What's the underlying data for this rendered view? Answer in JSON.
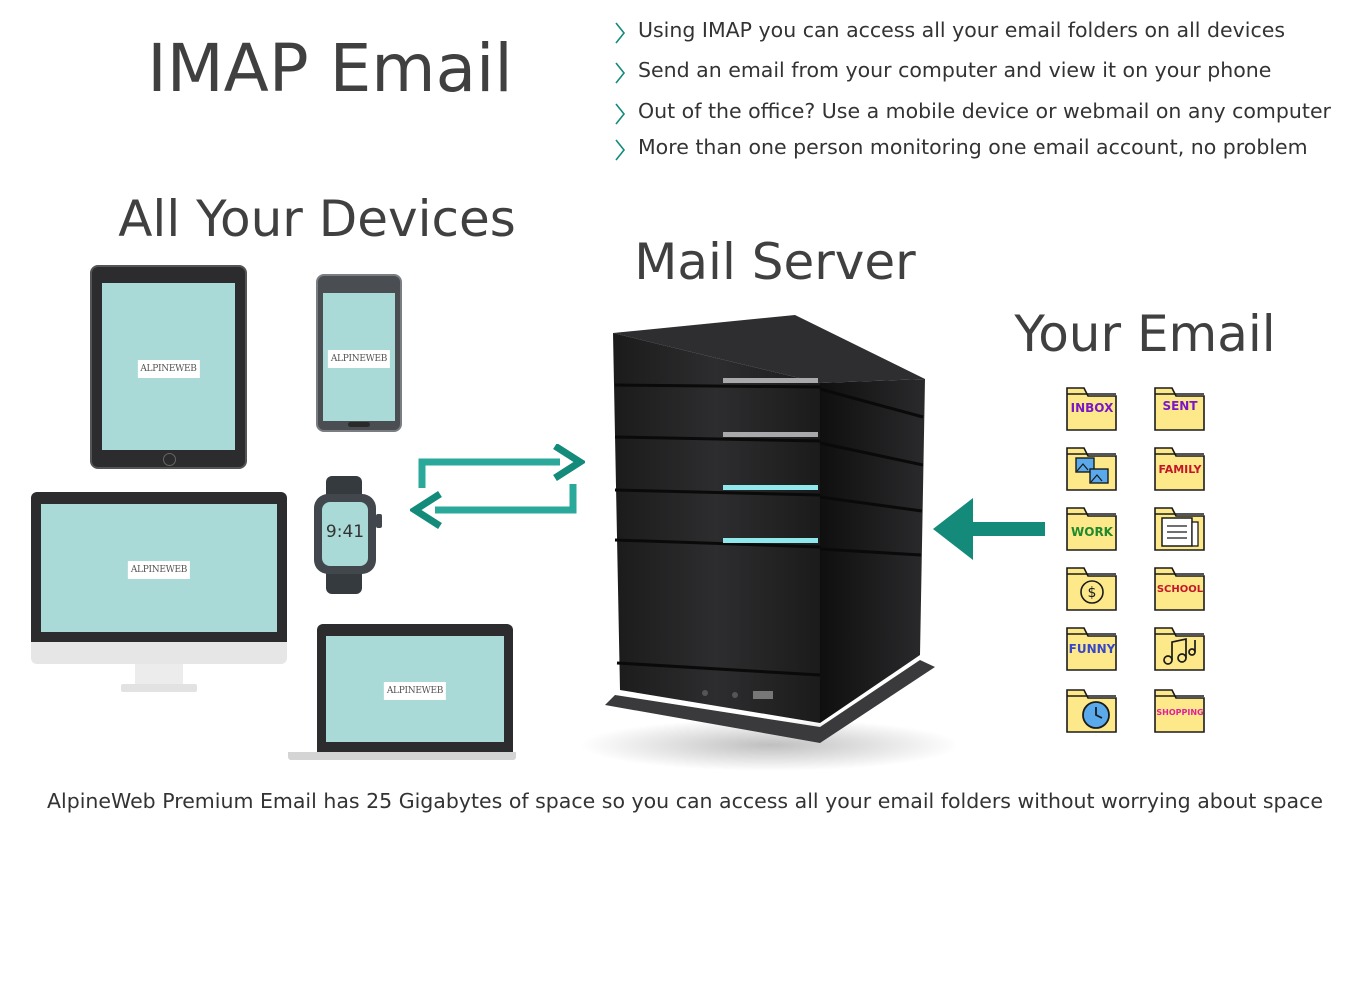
{
  "header": {
    "title": "IMAP Email",
    "bullets": [
      "Using IMAP you can access all your email folders on all devices",
      "Send an email from your computer and view it on your phone",
      "Out of the office? Use a mobile device or webmail on any computer",
      "More than one person monitoring one email account, no problem"
    ]
  },
  "sections": {
    "devices": "All Your Devices",
    "server": "Mail Server",
    "email": "Your Email"
  },
  "devices": {
    "logo_text": "ALPINEWEB",
    "watch_time": "9:41"
  },
  "folders": [
    {
      "label": "INBOX",
      "color": "#7a17c8"
    },
    {
      "label": "SENT",
      "color": "#7a17c8"
    },
    {
      "label": "",
      "icon": "photos-icon"
    },
    {
      "label": "FAMILY",
      "color": "#c4162a"
    },
    {
      "label": "WORK",
      "color": "#1f8a2c"
    },
    {
      "label": "",
      "icon": "documents-icon"
    },
    {
      "label": "",
      "icon": "dollar-icon"
    },
    {
      "label": "SCHOOL",
      "color": "#c4162a"
    },
    {
      "label": "FUNNY",
      "color": "#3747c8"
    },
    {
      "label": "",
      "icon": "music-icon"
    },
    {
      "label": "",
      "icon": "clock-icon"
    },
    {
      "label": "SHOPPING",
      "color": "#e0209a"
    }
  ],
  "colors": {
    "accent": "#138a7a",
    "folder_fill": "#fde98a",
    "screen": "#a9dad8"
  },
  "footer": {
    "text": "AlpineWeb Premium Email has 25 Gigabytes of space so you can access all your email folders without worrying about space"
  }
}
